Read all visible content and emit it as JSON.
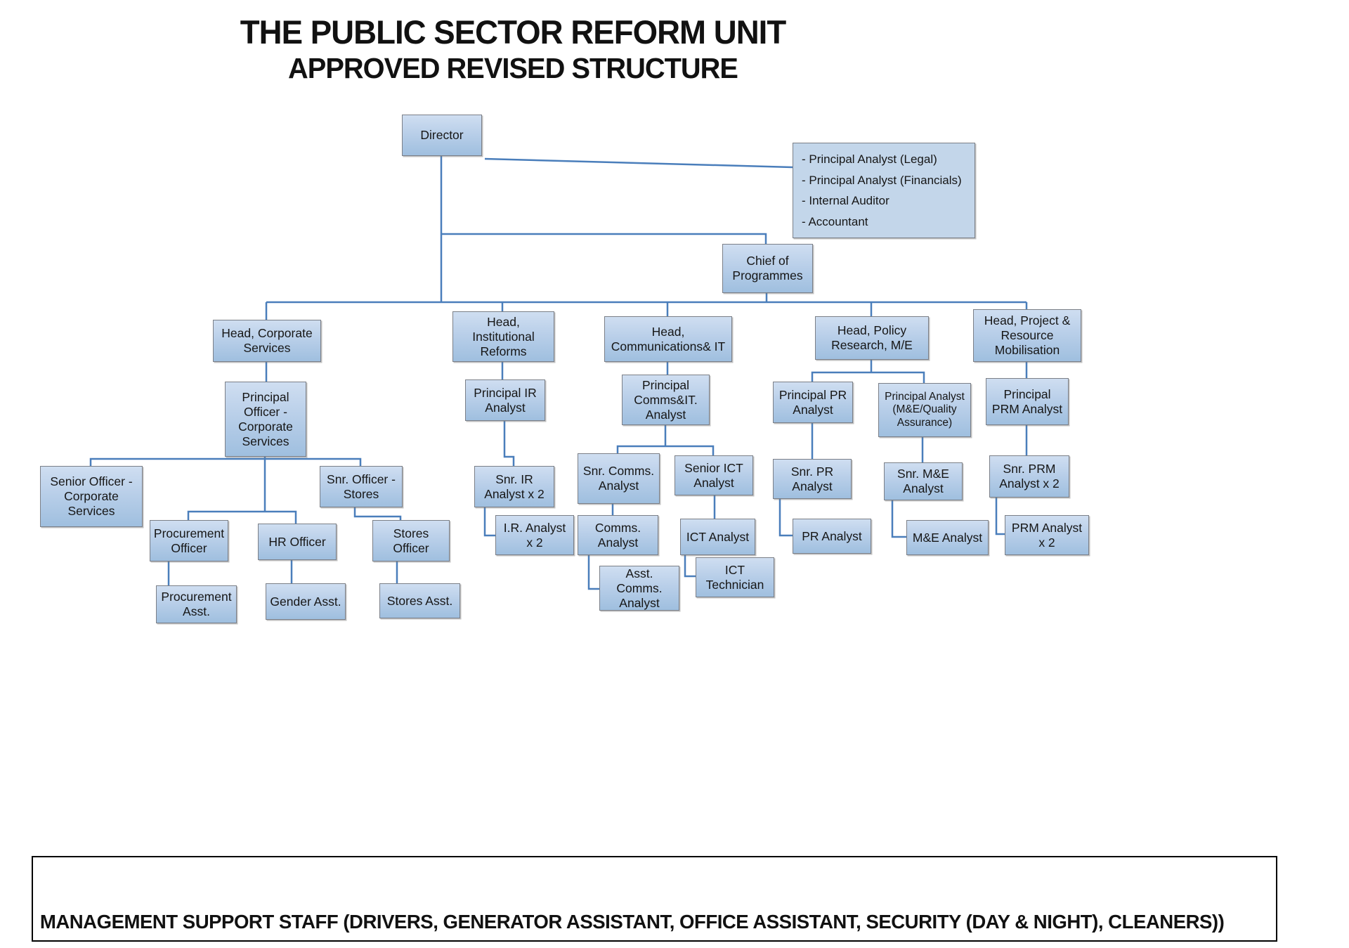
{
  "title": {
    "line1": "THE PUBLIC SECTOR REFORM UNIT",
    "line2": "APPROVED REVISED STRUCTURE"
  },
  "side_box": {
    "items": [
      "- Principal Analyst (Legal)",
      "- Principal Analyst (Financials)",
      "- Internal Auditor",
      "- Accountant"
    ]
  },
  "org": {
    "nodes": {
      "director": {
        "label": "Director"
      },
      "chief": {
        "label": "Chief of\nProgrammes"
      },
      "head_corporate": {
        "label": "Head, Corporate\nServices"
      },
      "head_institutional": {
        "label": "Head,\nInstitutional\nReforms"
      },
      "head_comms": {
        "label": "Head,\nCommunications& IT"
      },
      "head_policy": {
        "label": "Head, Policy\nResearch, M/E"
      },
      "head_prm": {
        "label": "Head, Project &\nResource\nMobilisation"
      },
      "principal_officer_cs": {
        "label": "Principal\nOfficer -\nCorporate\nServices"
      },
      "senior_officer_cs": {
        "label": "Senior Officer -\nCorporate\nServices"
      },
      "snr_officer_stores": {
        "label": "Snr. Officer -\nStores"
      },
      "procurement_officer": {
        "label": "Procurement\nOfficer"
      },
      "hr_officer": {
        "label": "HR Officer"
      },
      "stores_officer": {
        "label": "Stores\nOfficer"
      },
      "procurement_asst": {
        "label": "Procurement\nAsst."
      },
      "gender_asst": {
        "label": "Gender Asst."
      },
      "stores_asst": {
        "label": "Stores Asst."
      },
      "principal_ir": {
        "label": "Principal IR\nAnalyst"
      },
      "snr_ir": {
        "label": "Snr. IR\nAnalyst x 2"
      },
      "ir_analyst": {
        "label": "I.R. Analyst\nx 2"
      },
      "principal_comms": {
        "label": "Principal\nComms&IT.\nAnalyst"
      },
      "snr_comms": {
        "label": "Snr. Comms.\nAnalyst"
      },
      "comms_analyst": {
        "label": "Comms.\nAnalyst"
      },
      "asst_comms": {
        "label": "Asst.\nComms.\nAnalyst"
      },
      "senior_ict": {
        "label": "Senior ICT\nAnalyst"
      },
      "ict_analyst": {
        "label": "ICT Analyst"
      },
      "ict_technician": {
        "label": "ICT\nTechnician"
      },
      "principal_pr": {
        "label": "Principal PR\nAnalyst"
      },
      "snr_pr": {
        "label": "Snr. PR\nAnalyst"
      },
      "pr_analyst": {
        "label": "PR Analyst"
      },
      "principal_me": {
        "label": "Principal Analyst\n(M&E/Quality\nAssurance)"
      },
      "snr_me": {
        "label": "Snr. M&E\nAnalyst"
      },
      "me_analyst": {
        "label": "M&E Analyst"
      },
      "principal_prm": {
        "label": "Principal\nPRM Analyst"
      },
      "snr_prm": {
        "label": "Snr. PRM\nAnalyst x 2"
      },
      "prm_analyst": {
        "label": "PRM Analyst\nx 2"
      }
    }
  },
  "footer": {
    "text": "MANAGEMENT SUPPORT STAFF (DRIVERS, GENERATOR ASSISTANT, OFFICE ASSISTANT, SECURITY (DAY & NIGHT), CLEANERS))"
  },
  "colors": {
    "box_fill_top": "#cfdef1",
    "box_fill_bottom": "#9fbfdf",
    "box_border": "#7b7f87",
    "connector_blue": "#4a7ebb",
    "banner_border": "#000000"
  }
}
